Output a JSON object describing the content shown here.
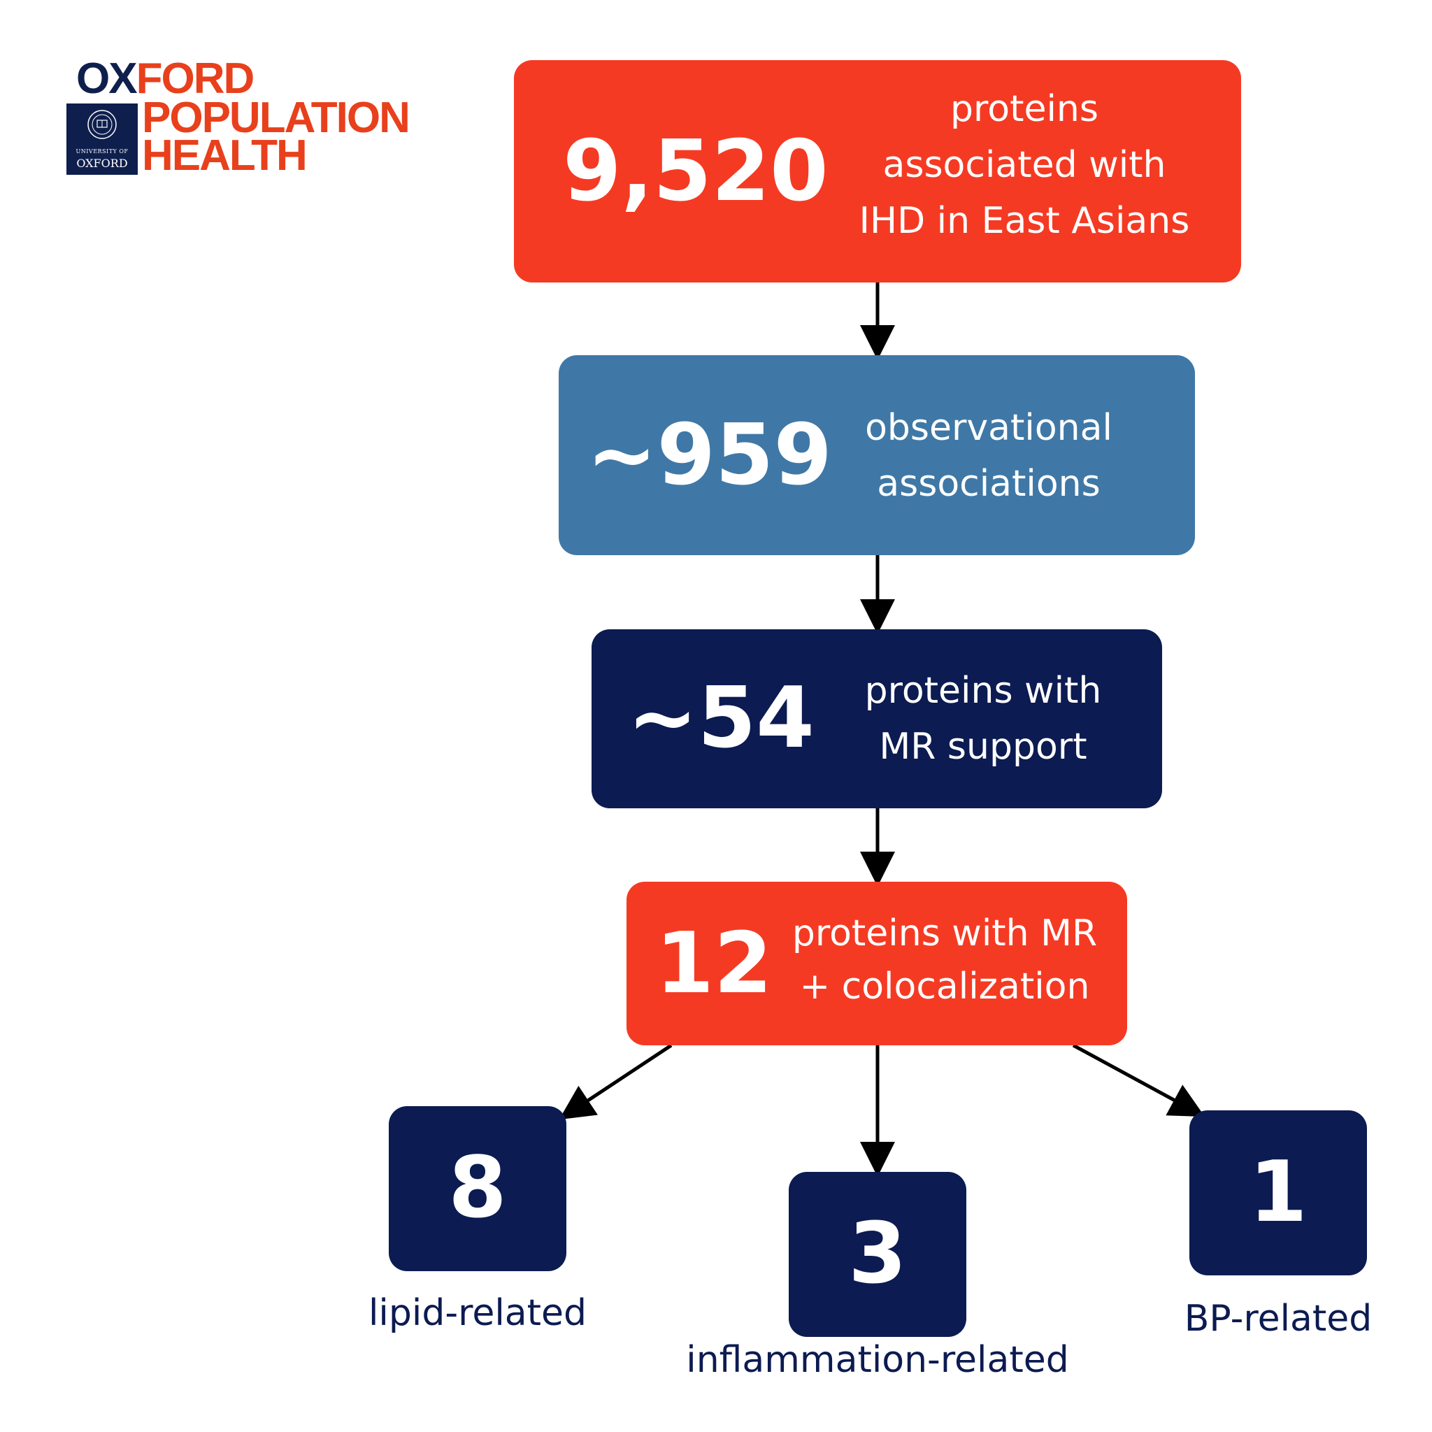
{
  "logo": {
    "line1_a": "OX",
    "line1_b": "FORD",
    "line2": "POPULATION",
    "line3": "HEALTH",
    "crest_small": "UNIVERSITY OF",
    "crest_big": "OXFORD"
  },
  "flow": {
    "step1": {
      "number": "9,520",
      "lines": [
        "proteins",
        "associated with",
        "IHD in East Asians"
      ]
    },
    "step2": {
      "number": "~959",
      "lines": [
        "observational",
        "associations"
      ]
    },
    "step3": {
      "number": "~54",
      "lines": [
        "proteins with",
        "MR support"
      ]
    },
    "step4": {
      "number": "12",
      "lines": [
        "proteins with MR",
        "+ colocalization"
      ]
    }
  },
  "breakdown": [
    {
      "number": "8",
      "label": "lipid-related"
    },
    {
      "number": "3",
      "label": "inflammation-related"
    },
    {
      "number": "1",
      "label": "BP-related"
    }
  ],
  "colors": {
    "red": "#f53a23",
    "steel_blue": "#3f78a6",
    "navy": "#0c1b51",
    "logo_navy": "#0f1f4d",
    "logo_orange": "#e8401c"
  }
}
